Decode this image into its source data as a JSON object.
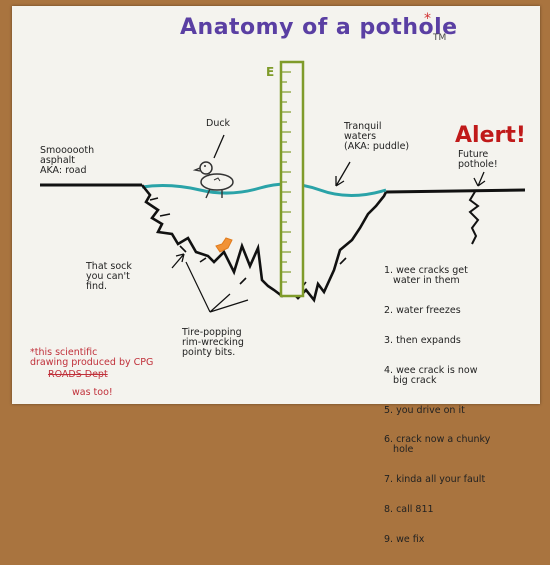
{
  "title": "Anatomy of a pothole",
  "asterisk": "*",
  "tm": "TM",
  "labels": {
    "duck": "Duck",
    "asphalt": "Smoooooth\nasphalt\nAKA: road",
    "tranquil": "Tranquil\nwaters\n(AKA: puddle)",
    "alert": "Alert!",
    "future": "Future\npothole!",
    "sock": "That sock\nyou can't\nfind.",
    "tire": "Tire-popping\nrim-wrecking\npointy bits.",
    "credit_a": "*this scientific\ndrawing produced by CPG",
    "credit_b": "ROADS Dept",
    "credit_c": "was too!"
  },
  "steps": [
    "1. wee cracks get\n   water in them",
    "2. water freezes",
    "3. then expands",
    "4. wee crack is now\n   big crack",
    "5. you drive on it",
    "6. crack now a chunky\n   hole",
    "7. kinda all your fault",
    "8. call 811",
    "9. we fix"
  ],
  "ruler_mark": "E"
}
